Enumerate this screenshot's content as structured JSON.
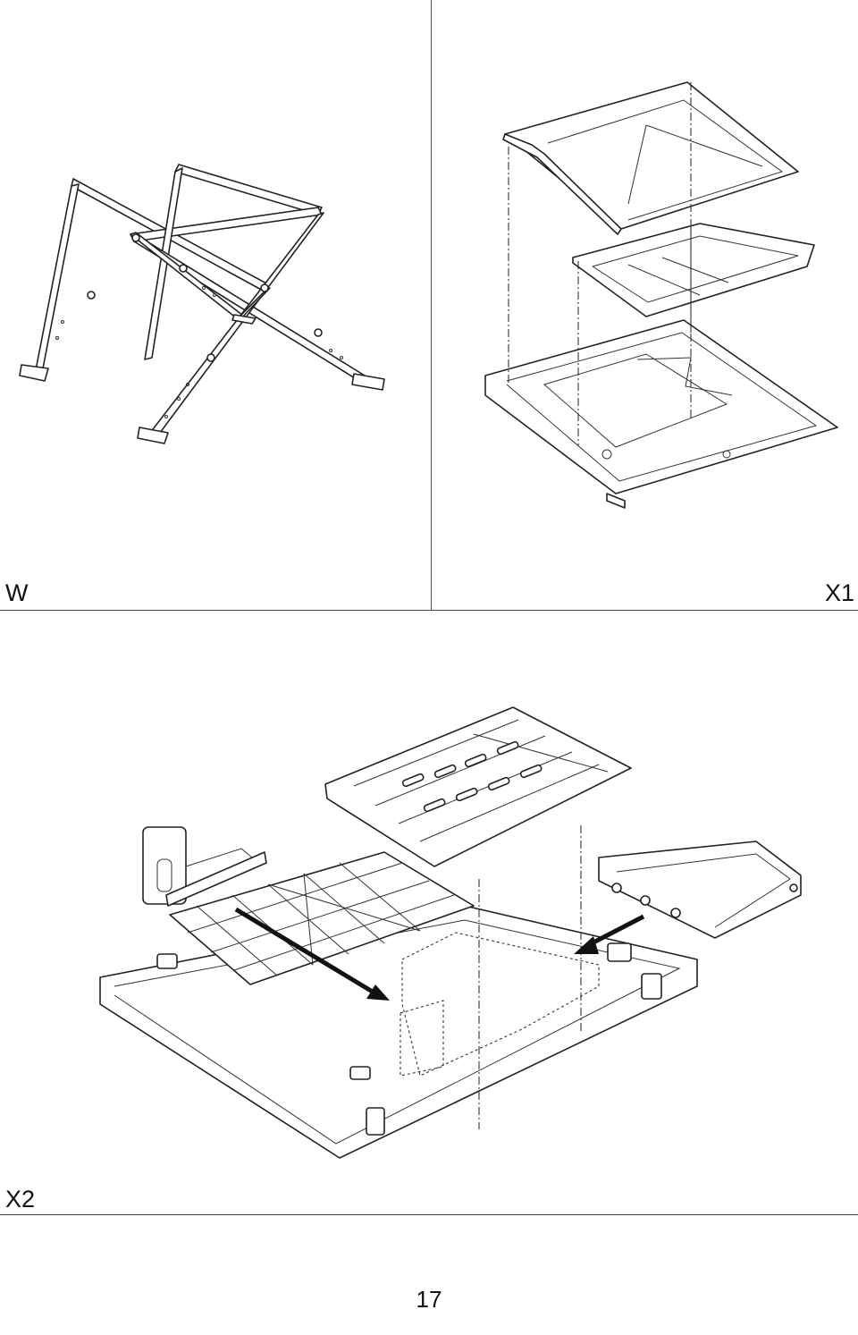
{
  "figures": {
    "w": {
      "label": "W"
    },
    "x1": {
      "label": "X1"
    },
    "x2": {
      "label": "X2"
    }
  },
  "page": {
    "number": "17"
  }
}
